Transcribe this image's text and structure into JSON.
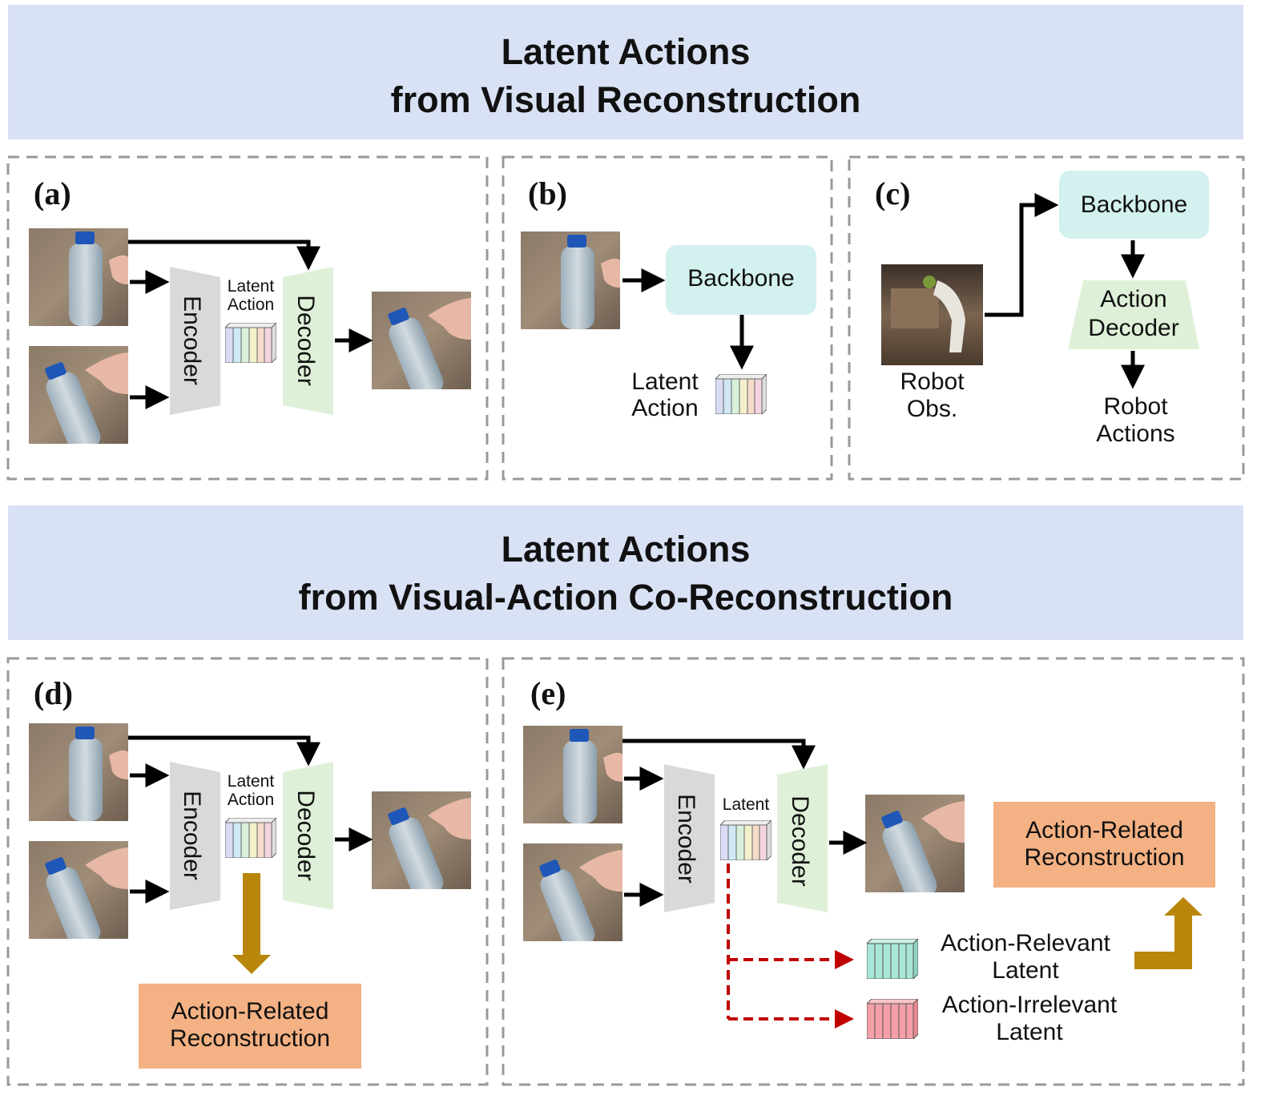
{
  "top_banner": {
    "line1": "Latent Actions",
    "line2": "from Visual Reconstruction"
  },
  "bottom_banner": {
    "line1": "Latent Actions",
    "line2": "from Visual-Action Co-Reconstruction"
  },
  "panel_a": {
    "label": "(a)",
    "encoder": "Encoder",
    "decoder": "Decoder",
    "latent_line1": "Latent",
    "latent_line2": "Action"
  },
  "panel_b": {
    "label": "(b)",
    "backbone": "Backbone",
    "latent_line1": "Latent",
    "latent_line2": "Action"
  },
  "panel_c": {
    "label": "(c)",
    "backbone": "Backbone",
    "action_decoder_line1": "Action",
    "action_decoder_line2": "Decoder",
    "obs_line1": "Robot",
    "obs_line2": "Obs.",
    "actions_line1": "Robot",
    "actions_line2": "Actions"
  },
  "panel_d": {
    "label": "(d)",
    "encoder": "Encoder",
    "decoder": "Decoder",
    "latent_line1": "Latent",
    "latent_line2": "Action",
    "recon_line1": "Action-Related",
    "recon_line2": "Reconstruction"
  },
  "panel_e": {
    "label": "(e)",
    "encoder": "Encoder",
    "decoder": "Decoder",
    "latent": "Latent",
    "recon_line1": "Action-Related",
    "recon_line2": "Reconstruction",
    "relevant_line1": "Action-Relevant",
    "relevant_line2": "Latent",
    "irrelevant_line1": "Action-Irrelevant",
    "irrelevant_line2": "Latent"
  },
  "colors": {
    "banner": "#d9e1f4",
    "backbone": "#d2f1ef",
    "decoder": "#dff0d8",
    "encoder": "#d9d9d9",
    "reconstruction": "#f4b183",
    "gold_arrow": "#b8860b",
    "red_dashed": "#c00000",
    "relevant_latent": "#a8e6d8",
    "irrelevant_latent": "#f4a0a8"
  }
}
